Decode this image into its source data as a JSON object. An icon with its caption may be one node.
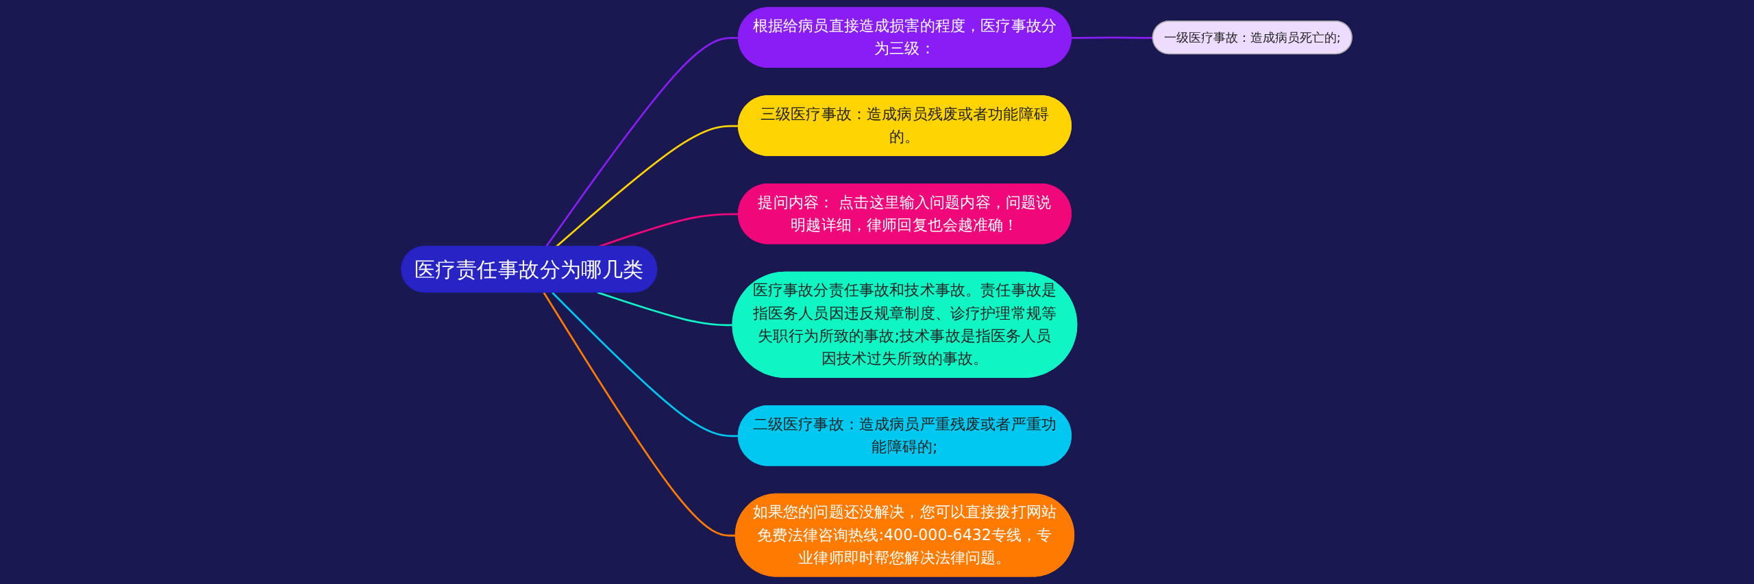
{
  "diagram": {
    "nodes": [
      {
        "text": [
          "医疗责任事故分为哪几类"
        ]
      },
      {
        "text": [
          "根据给病员直接造成损害的程度，医疗事故分为三级："
        ]
      },
      {
        "text": [
          "一级医疗事故：造成病员死亡的;"
        ]
      },
      {
        "text": [
          "三级医疗事故：造成病员残废或者功能障碍的。"
        ]
      },
      {
        "text": [
          "提问内容： 点击这里输入问题内容，问题说明越详细，律师回复也会越准确！"
        ]
      },
      {
        "text": [
          "医疗事故分责任事故和技术事故。责任事故是指医务人员因违反规章制度、诊疗护理常规等失职行为所致的事故;技术事故是指医务人员因技术过失所致的事故。"
        ]
      },
      {
        "text": [
          "二级医疗事故：造成病员严重残废或者严重功能障碍的;"
        ]
      },
      {
        "text": [
          "如果您的问题还没解决，您可以直接拨打网站免费法律咨询热线:400-000-6432专线，专业律师即时帮您解决法律问题。"
        ]
      }
    ],
    "edges": [
      {
        "from": 0,
        "to": 1,
        "arrow": "none",
        "color": "#8a1cf5"
      },
      {
        "from": 1,
        "to": 2,
        "arrow": "none",
        "color": "#8a1cf5"
      },
      {
        "from": 0,
        "to": 3,
        "arrow": "none",
        "color": "#ffd400"
      },
      {
        "from": 0,
        "to": 4,
        "arrow": "none",
        "color": "#f0087a"
      },
      {
        "from": 0,
        "to": 5,
        "arrow": "none",
        "color": "#10f5c4"
      },
      {
        "from": 0,
        "to": 6,
        "arrow": "none",
        "color": "#00c8f0"
      },
      {
        "from": 0,
        "to": 7,
        "arrow": "none",
        "color": "#ff7a00"
      }
    ]
  }
}
